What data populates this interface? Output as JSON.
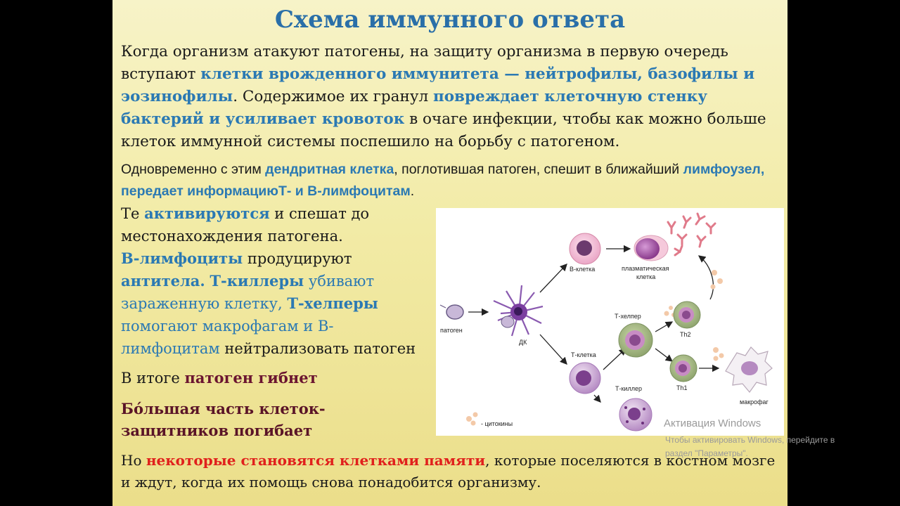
{
  "slide": {
    "title": "Схема иммунного ответа",
    "p1": [
      "Когда организм атакуют патогены, на защиту организма в первую очередь вступают ",
      "клетки врожденного иммунитета — нейтрофилы, базофилы и эозинофилы",
      ". Содержимое их гранул ",
      "повреждает клеточную стенку бактерий и усиливает кровоток",
      " в очаге инфекции, чтобы как можно больше клеток иммунной системы поспешило на борьбу с патогеном."
    ],
    "p2": [
      "Одновременно с этим ",
      "дендритная клетка",
      ", поглотившая патоген, спешит в ближайший ",
      "лимфоузел, передает информацию",
      "Т- и В-лимфоцитам",
      "."
    ],
    "left": {
      "a": "Те ",
      "b": "активируются",
      "c": " и спешат до местонахождения патогена.",
      "d": "В-лимфоциты",
      "e": " продуцируют ",
      "f": "антитела.",
      "g": "Т-киллеры",
      "h": " убивают зараженную клетку, ",
      "i": "Т-хелперы",
      "j": " помогают макрофагам и В-лимфоцитам",
      "k": " нейтрализовать патоген"
    },
    "itog": {
      "a": "В итоге ",
      "b": "патоген гибнет"
    },
    "big": "Бóльшая часть клеток-защитников погибает",
    "memory": {
      "a": "Но ",
      "b": "некоторые становятся клетками памяти",
      "c": ", которые поселяются в костном мозге и ждут, когда их помощь снова понадобится организму."
    }
  },
  "diagram": {
    "labels": {
      "pathogen": "патоген",
      "dc": "ДК",
      "bcell": "В-клетка",
      "plasma1": "плазматическая",
      "plasma2": "клетка",
      "thelper": "Т-хелпер",
      "th2": "Th2",
      "tcell": "Т-клетка",
      "tkiller": "Т-киллер",
      "th1": "Th1",
      "macrophage": "макрофаг",
      "cytokines": "- цитокины"
    }
  },
  "watermark": {
    "line1": "Активация Windows",
    "line2": "Чтобы активировать Windows, перейдите в",
    "line3": "раздел \"Параметры\"."
  }
}
